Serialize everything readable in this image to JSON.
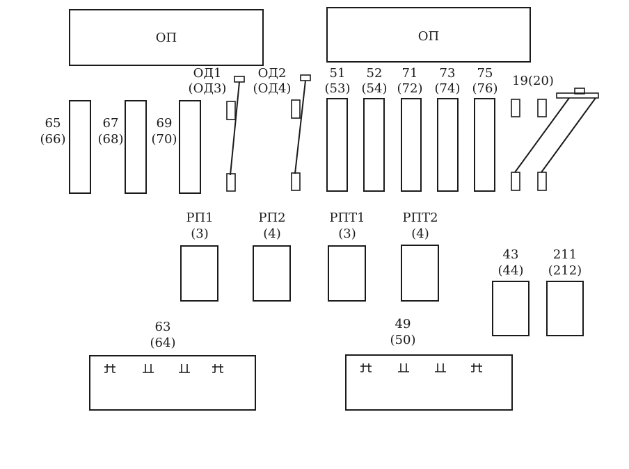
{
  "top_panels": [
    {
      "label": "ОП"
    },
    {
      "label": "ОП"
    }
  ],
  "tall_units": [
    {
      "l1": "65",
      "l2": "(66)"
    },
    {
      "l1": "67",
      "l2": "(68)"
    },
    {
      "l1": "69",
      "l2": "(70)"
    },
    {
      "l1": "51",
      "l2": "(53)"
    },
    {
      "l1": "52",
      "l2": "(54)"
    },
    {
      "l1": "71",
      "l2": "(72)"
    },
    {
      "l1": "73",
      "l2": "(74)"
    },
    {
      "l1": "75",
      "l2": "(76)"
    }
  ],
  "disconnectors": [
    {
      "l1": "ОД1",
      "l2": "(ОД3)"
    },
    {
      "l1": "ОД2",
      "l2": "(ОД4)"
    }
  ],
  "double_switch": {
    "label": "19(20)"
  },
  "relays": [
    {
      "l1": "РП1",
      "l2": "(3)"
    },
    {
      "l1": "РП2",
      "l2": "(4)"
    },
    {
      "l1": "РПТ1",
      "l2": "(3)"
    },
    {
      "l1": "РПТ2",
      "l2": "(4)"
    }
  ],
  "right_units": [
    {
      "l1": "43",
      "l2": "(44)"
    },
    {
      "l1": "211",
      "l2": "(212)"
    }
  ],
  "terminal_blocks": [
    {
      "l1": "63",
      "l2": "(64)"
    },
    {
      "l1": "49",
      "l2": "(50)"
    }
  ]
}
